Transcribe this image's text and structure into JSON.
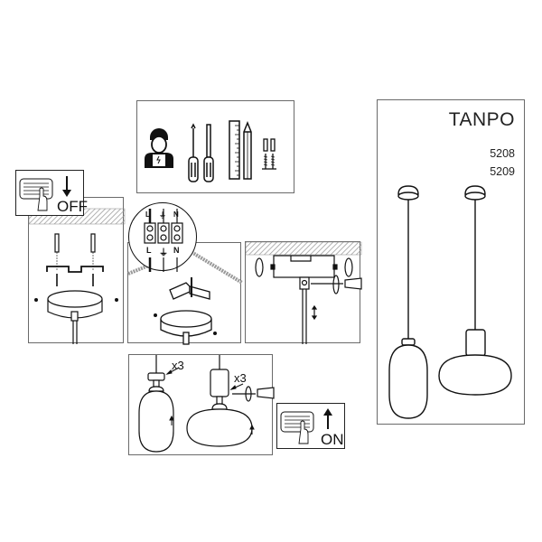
{
  "product": {
    "name": "TANPO",
    "codes": [
      "5208",
      "5209"
    ]
  },
  "tools_panel": {
    "items": [
      "electrician-icon",
      "flathead-screwdriver-icon",
      "phillips-screwdriver-icon",
      "ruler-icon",
      "pencil-icon",
      "wall-plug-icon",
      "screw-icon"
    ]
  },
  "power_off": {
    "label": "OFF",
    "arrow": "down"
  },
  "power_on": {
    "label": "ON",
    "arrow": "up"
  },
  "wiring": {
    "terminals": [
      "L",
      "⏚",
      "N"
    ],
    "top_labels": [
      "L",
      "⏚",
      "N"
    ]
  },
  "step4": {
    "multiplier_left": "x3",
    "multiplier_right": "x3"
  },
  "colors": {
    "frame": "#6a6a6a",
    "line": "#111111",
    "hatch": "#9a9a9a",
    "background": "#ffffff"
  }
}
